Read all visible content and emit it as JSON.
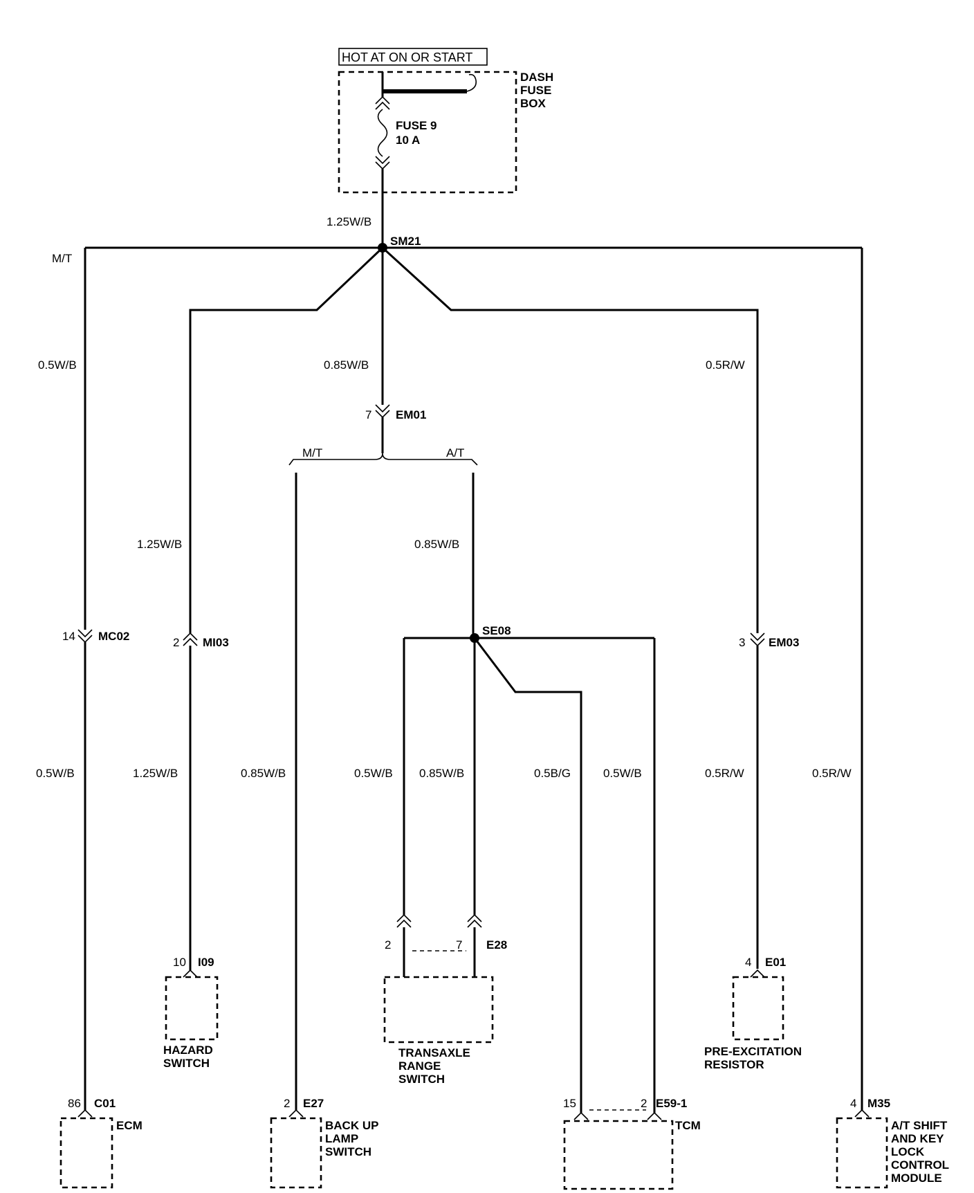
{
  "power": {
    "header": "HOT AT ON OR START",
    "fuse_box": [
      "DASH",
      "FUSE",
      "BOX"
    ],
    "fuse_name": "FUSE 9",
    "fuse_rating": "10 A"
  },
  "splices": {
    "sm21": "SM21",
    "se08": "SE08"
  },
  "wire_labels": {
    "main": "1.25W/B",
    "mt_left": "M/T",
    "ecm_upper": "0.5W/B",
    "center_upper": "0.85W/B",
    "right_upper": "0.5R/W",
    "hazard_upper": "1.25W/B",
    "at_upper": "0.85W/B",
    "ecm_lower": "0.5W/B",
    "hazard_lower": "1.25W/B",
    "backup": "0.85W/B",
    "trans_left": "0.5W/B",
    "trans_center": "0.85W/B",
    "tcm_bg": "0.5B/G",
    "tcm_wb": "0.5W/B",
    "pre_lower": "0.5R/W",
    "shift": "0.5R/W",
    "branch_mt": "M/T",
    "branch_at": "A/T"
  },
  "connectors": {
    "em01": {
      "pin": "7",
      "name": "EM01"
    },
    "mc02": {
      "pin": "14",
      "name": "MC02"
    },
    "mi03": {
      "pin": "2",
      "name": "MI03"
    },
    "em03": {
      "pin": "3",
      "name": "EM03"
    },
    "e28_a": {
      "pin": "2"
    },
    "e28_b": {
      "pin": "7",
      "name": "E28"
    },
    "i09": {
      "pin": "10",
      "name": "I09"
    },
    "e01": {
      "pin": "4",
      "name": "E01"
    },
    "c01": {
      "pin": "86",
      "name": "C01"
    },
    "e27": {
      "pin": "2",
      "name": "E27"
    },
    "e59_a": {
      "pin": "15"
    },
    "e59_b": {
      "pin": "2",
      "name": "E59-1"
    },
    "m35": {
      "pin": "4",
      "name": "M35"
    }
  },
  "components": {
    "hazard": [
      "HAZARD",
      "SWITCH"
    ],
    "transaxle": [
      "TRANSAXLE",
      "RANGE",
      "SWITCH"
    ],
    "pre": [
      "PRE-EXCITATION",
      "RESISTOR"
    ],
    "ecm": [
      "ECM"
    ],
    "backup": [
      "BACK UP",
      "LAMP",
      "SWITCH"
    ],
    "tcm": [
      "TCM"
    ],
    "shift": [
      "A/T SHIFT",
      "AND KEY",
      "LOCK",
      "CONTROL",
      "MODULE"
    ]
  }
}
